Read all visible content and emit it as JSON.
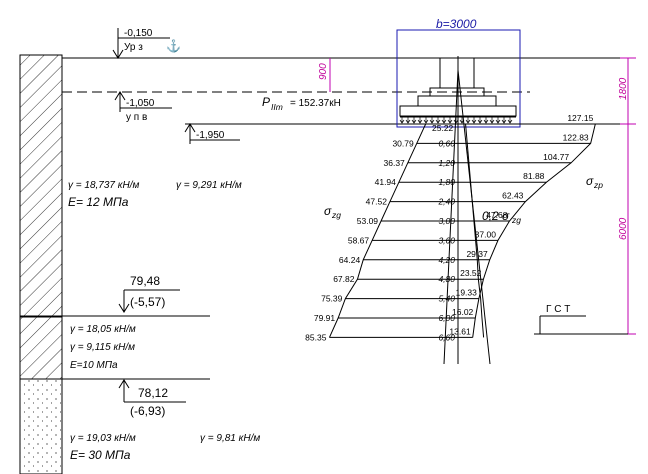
{
  "colors": {
    "magenta": "#c000b0",
    "blue": "#1a1ab0",
    "black": "#000000",
    "gray": "#888888"
  },
  "left_column": {
    "level_top": "-0,150",
    "level_top_label": "Ур з",
    "level_water": "-1,050",
    "level_water_label": "у п в",
    "level_foundation": "-1,950",
    "layer1": {
      "gamma_ii": "γ",
      "line1": "γ = 18,737  кН/м",
      "line1_b": "γ  = 9,291  кН/м",
      "line2": "E= 12 МПа"
    },
    "mark2_top": "79,48",
    "mark2_bot": "(-5,57)",
    "layer2": {
      "line1": "γ = 18,05  кН/м",
      "line2": "γ  = 9,115 кН/м",
      "line3": "E=10 МПа"
    },
    "mark3_top": "78,12",
    "mark3_bot": "(-6,93)",
    "layer3": {
      "line1": "γ = 19,03  кН/м",
      "line1_b": "γ  = 9,81  кН/м",
      "line2": "E= 30 МПа"
    }
  },
  "footing": {
    "width_label": "b=3000",
    "depth_label": "900",
    "right_dim_top": "1800",
    "right_dim_bottom": "6000",
    "load_label": "P",
    "load_sub": "IIm",
    "load_value": "= 152.37кН",
    "gst_label": "Г С Т"
  },
  "diagram": {
    "sigma_zg_label": "σ",
    "sigma_zg_sub": "zg",
    "sigma_zp_label": "σ",
    "sigma_zp_sub": "zp",
    "ratio_label": "0,2 σ",
    "ratio_sub": "zg",
    "rows": [
      {
        "depth": "",
        "zg": "25.22",
        "zp": "127.15"
      },
      {
        "depth": "0,60",
        "zg": "30.79",
        "zp": "122.83"
      },
      {
        "depth": "1,20",
        "zg": "36.37",
        "zp": "104.77"
      },
      {
        "depth": "1,80",
        "zg": "41.94",
        "zp": "81.88"
      },
      {
        "depth": "2,40",
        "zg": "47.52",
        "zp": "62.43"
      },
      {
        "depth": "3,00",
        "zg": "53.09",
        "zp": "47.68"
      },
      {
        "depth": "3,60",
        "zg": "58.67",
        "zp": "37.00"
      },
      {
        "depth": "4,20",
        "zg": "64.24",
        "zp": "29.37"
      },
      {
        "depth": "4,80",
        "zg": "67.82",
        "zp": "23.52"
      },
      {
        "depth": "5,40",
        "zg": "75.39",
        "zp": "19.33"
      },
      {
        "depth": "6,00",
        "zg": "79.91",
        "zp": "16.02"
      },
      {
        "depth": "6,60",
        "zg": "85.35",
        "zp": "13.61"
      }
    ]
  }
}
